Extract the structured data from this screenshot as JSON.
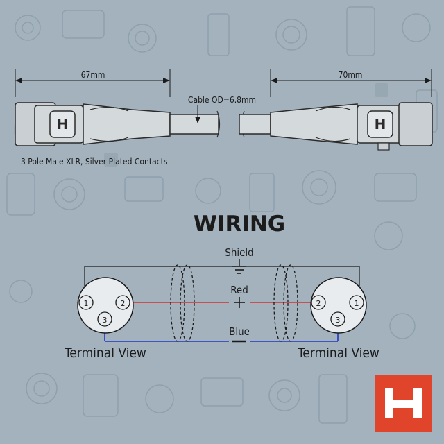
{
  "dimensions": {
    "left_length": "67mm",
    "right_length": "70mm",
    "cable_od": "Cable OD=6.8mm"
  },
  "connector_caption": "3 Pole Male XLR, Silver Plated Contacts",
  "wiring": {
    "title": "WIRING",
    "wires": [
      {
        "name": "Shield",
        "color": "#1a1a1a"
      },
      {
        "name": "Red",
        "color": "#d32f2f"
      },
      {
        "name": "Blue",
        "color": "#1e35c8"
      }
    ],
    "left_pins": [
      "1",
      "2",
      "3"
    ],
    "right_pins": [
      "2",
      "1",
      "3"
    ],
    "left_caption": "Terminal View",
    "right_caption": "Terminal View"
  },
  "logo": {
    "letter": "H",
    "color": "#e0452c"
  }
}
